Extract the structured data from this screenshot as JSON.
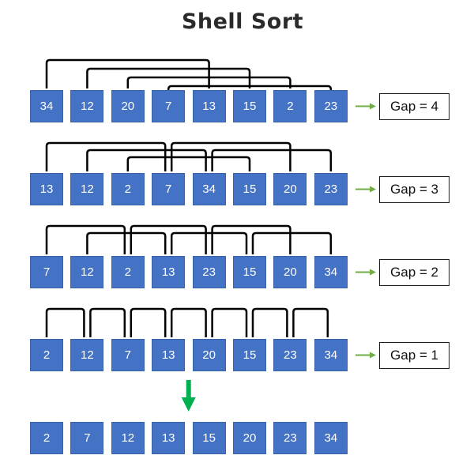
{
  "title": "Shell Sort",
  "colors": {
    "cell_fill": "#4472c4",
    "cell_text": "#ffffff",
    "bracket": "#000000",
    "small_arrow": "#70ad47",
    "big_arrow": "#00b050"
  },
  "passes": [
    {
      "values": [
        34,
        12,
        20,
        7,
        13,
        15,
        2,
        23
      ],
      "gap_label": "Gap = 4",
      "gap": 4
    },
    {
      "values": [
        13,
        12,
        2,
        7,
        34,
        15,
        20,
        23
      ],
      "gap_label": "Gap = 3",
      "gap": 3
    },
    {
      "values": [
        7,
        12,
        2,
        13,
        23,
        15,
        20,
        34
      ],
      "gap_label": "Gap = 2",
      "gap": 2
    },
    {
      "values": [
        2,
        12,
        7,
        13,
        20,
        15,
        23,
        34
      ],
      "gap_label": "Gap = 1",
      "gap": 1
    }
  ],
  "result": {
    "values": [
      2,
      7,
      12,
      13,
      15,
      20,
      23,
      34
    ]
  }
}
